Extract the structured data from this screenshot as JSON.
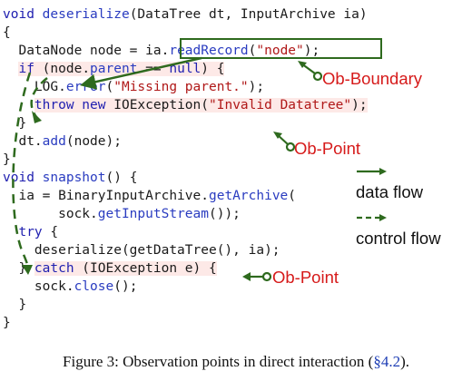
{
  "code": {
    "lines": [
      [
        {
          "t": "void ",
          "c": "kw"
        },
        {
          "t": "deserialize",
          "c": "fn"
        },
        {
          "t": "(DataTree dt, InputArchive ia)"
        }
      ],
      [
        {
          "t": "{"
        }
      ],
      [
        {
          "t": "  DataNode node = "
        },
        {
          "t": "ia.",
          "c": ""
        },
        {
          "t": "readRecord",
          "c": "fn"
        },
        {
          "t": "("
        },
        {
          "t": "\"node\"",
          "c": "str"
        },
        {
          "t": ");"
        }
      ],
      [
        {
          "t": "  "
        },
        {
          "t": "if",
          "c": "kw hl"
        },
        {
          "t": " (node.",
          "c": "hl"
        },
        {
          "t": "parent",
          "c": "fn hl"
        },
        {
          "t": " == ",
          "c": "hl"
        },
        {
          "t": "null",
          "c": "kw hl"
        },
        {
          "t": ") {",
          "c": "hl"
        }
      ],
      [
        {
          "t": "    LOG."
        },
        {
          "t": "error",
          "c": "fn"
        },
        {
          "t": "("
        },
        {
          "t": "\"Missing parent.\"",
          "c": "str"
        },
        {
          "t": ");"
        }
      ],
      [
        {
          "t": "    "
        },
        {
          "t": "throw new",
          "c": "kw hl"
        },
        {
          "t": " IOException(",
          "c": "hl"
        },
        {
          "t": "\"Invalid Datatree\"",
          "c": "str hl"
        },
        {
          "t": ");",
          "c": "hl"
        }
      ],
      [
        {
          "t": "  }"
        }
      ],
      [
        {
          "t": "  dt."
        },
        {
          "t": "add",
          "c": "fn"
        },
        {
          "t": "(node);"
        }
      ],
      [
        {
          "t": "}"
        }
      ],
      [
        {
          "t": "void ",
          "c": "kw"
        },
        {
          "t": "snapshot",
          "c": "fn"
        },
        {
          "t": "() {"
        }
      ],
      [
        {
          "t": "  ia = BinaryInputArchive."
        },
        {
          "t": "getArchive",
          "c": "fn"
        },
        {
          "t": "("
        }
      ],
      [
        {
          "t": "       sock."
        },
        {
          "t": "getInputStream",
          "c": "fn"
        },
        {
          "t": "());"
        }
      ],
      [
        {
          "t": "  "
        },
        {
          "t": "try",
          "c": "kw"
        },
        {
          "t": " {"
        }
      ],
      [
        {
          "t": "    deserialize(getDataTree(), ia);"
        }
      ],
      [
        {
          "t": "  } "
        },
        {
          "t": "catch",
          "c": "kw hl"
        },
        {
          "t": " (IOException e) {",
          "c": "hl"
        }
      ],
      [
        {
          "t": "    sock."
        },
        {
          "t": "close",
          "c": "fn"
        },
        {
          "t": "();"
        }
      ],
      [
        {
          "t": "  }"
        }
      ],
      [
        {
          "t": "}"
        }
      ]
    ]
  },
  "annotations": {
    "ob_boundary": "Ob-Boundary",
    "ob_point_1": "Ob-Point",
    "ob_point_2": "Ob-Point"
  },
  "legend": {
    "data_flow": "data flow",
    "control_flow": "control flow"
  },
  "caption": {
    "prefix": "Figure 3: Observation points in direct interaction (",
    "section_ref": "§4.2",
    "suffix": ")."
  },
  "colors": {
    "arrow_green": "#2e6a1e",
    "annotation_red": "#d61a1a",
    "highlight": "#fde9e7"
  }
}
